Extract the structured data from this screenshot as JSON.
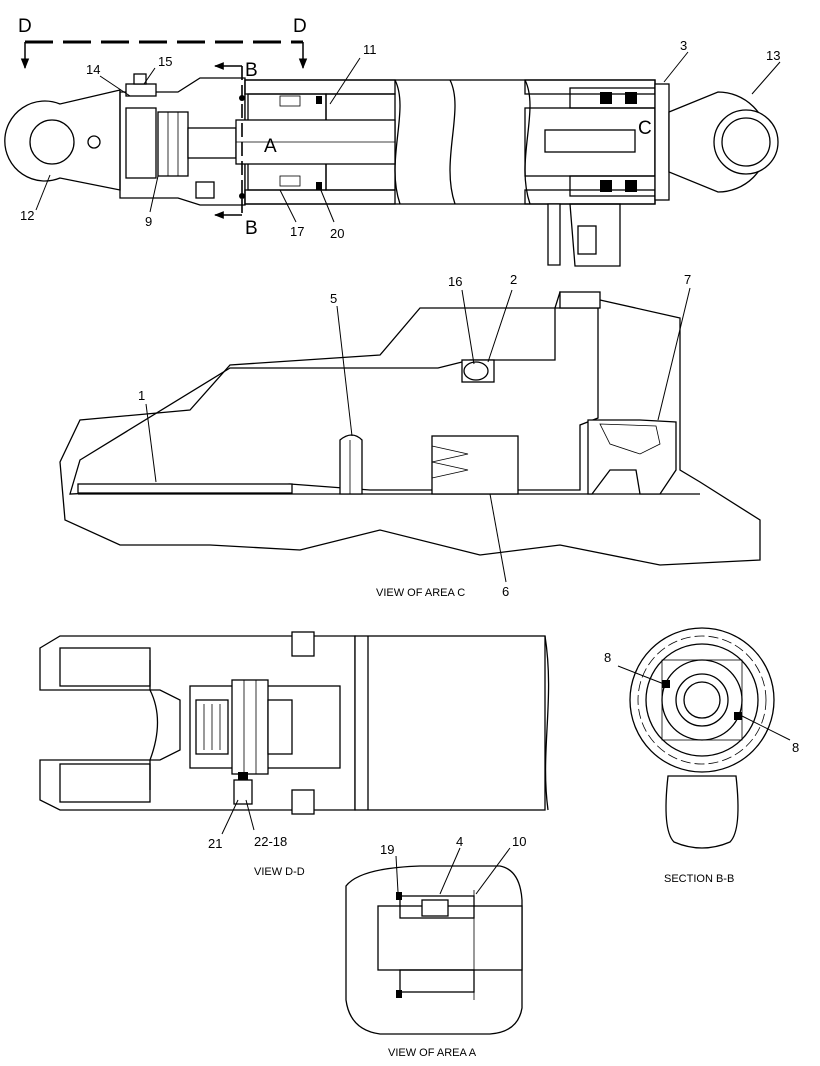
{
  "callouts": {
    "c1": "1",
    "c2": "2",
    "c3": "3",
    "c4": "4",
    "c5": "5",
    "c6": "6",
    "c7": "7",
    "c8a": "8",
    "c8b": "8",
    "c9": "9",
    "c10": "10",
    "c11": "11",
    "c12": "12",
    "c13": "13",
    "c14": "14",
    "c15": "15",
    "c16": "16",
    "c17": "17",
    "c19": "19",
    "c20": "20",
    "c21": "21",
    "c22_18": "22-18"
  },
  "section_letters": {
    "d_left": "D",
    "d_right": "D",
    "b_top": "B",
    "b_bottom": "B",
    "a": "A",
    "c": "C"
  },
  "captions": {
    "view_area_c": "VIEW OF AREA C",
    "view_d_d": "VIEW D-D",
    "section_b_b": "SECTION B-B",
    "view_area_a": "VIEW OF AREA A"
  }
}
